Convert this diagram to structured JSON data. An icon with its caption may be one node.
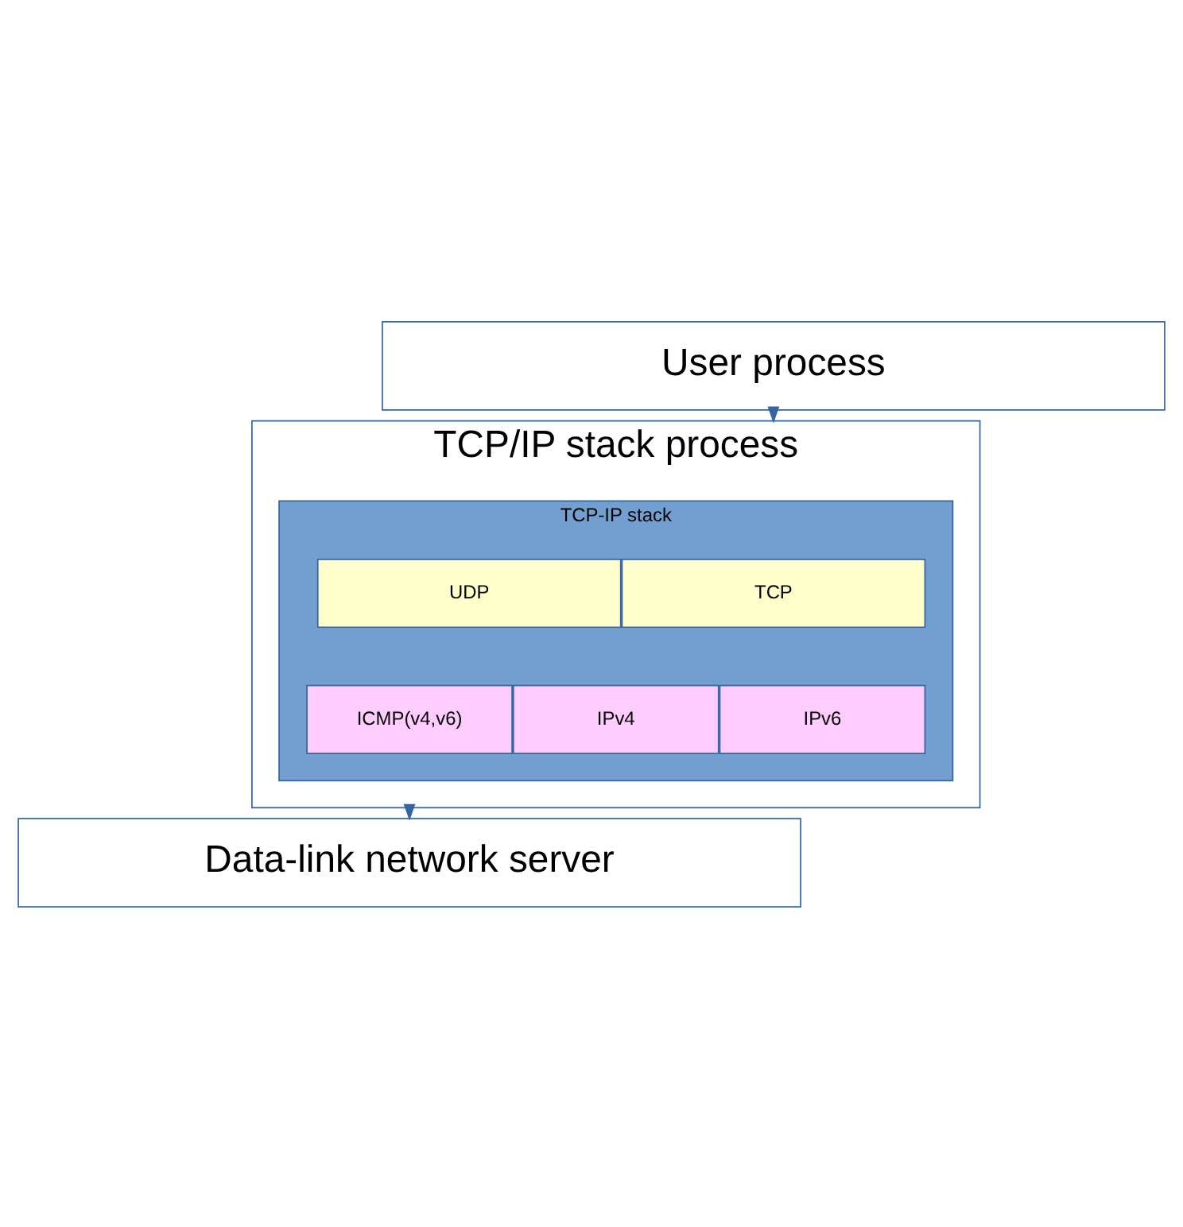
{
  "diagram": {
    "nodes": [
      {
        "text": [
          "User process"
        ]
      },
      {
        "text": [
          "TCP/IP stack process"
        ]
      },
      {
        "text": [
          "TCP-IP stack"
        ],
        "in": 1
      },
      {
        "text": [
          "TCP"
        ],
        "in": 2
      },
      {
        "text": [
          "UDP"
        ],
        "in": 2
      },
      {
        "text": [
          "IPv4"
        ],
        "in": 2
      },
      {
        "text": [
          "IPv6"
        ],
        "in": 2
      },
      {
        "text": [
          "ICMP(v4,v6)"
        ],
        "in": 2
      },
      {
        "text": [
          "Data-link network server"
        ]
      }
    ],
    "edges": [
      {
        "from": 0,
        "to": 1,
        "arrow": "to"
      },
      {
        "from": 1,
        "to": 8,
        "arrow": "to"
      }
    ]
  }
}
